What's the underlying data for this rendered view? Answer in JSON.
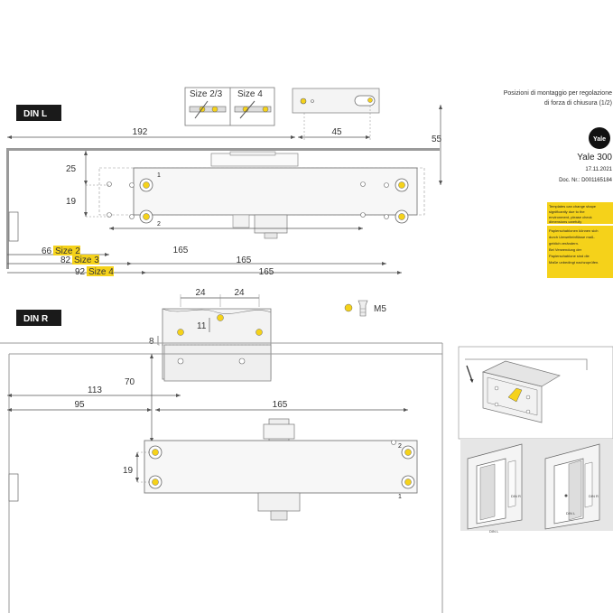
{
  "header": {
    "title_line1": "Posizioni di montaggio per regolazione",
    "title_line2": "di forza di chiusura (1/2)",
    "brand": "Yale",
    "product": "Yale 300",
    "date": "17.11.2021",
    "doc_no": "Doc. Nr.: D001165184"
  },
  "notice_box": {
    "en": "Templates can change shape significantly due to the environment, please check dimensions carefully",
    "de": "Papierschablonen können sich durch Umwelteinflüsse maßgeblich verändern. Bei Verwendung der Papierschablone sind die Maße unbedingt nachzuprüfen.",
    "accent_color": "#F5D21A"
  },
  "din_l": {
    "tag": "DIN L",
    "size_23_label": "Size 2/3",
    "size_4_label": "Size 4",
    "dim_192": "192",
    "dim_45": "45",
    "dim_55": "55",
    "dim_25": "25",
    "dim_19": "19",
    "dim_165_a": "165",
    "dim_165_b": "165",
    "dim_165_c": "165",
    "row_size2_num": "66",
    "row_size2_label": "Size 2",
    "row_size3_num": "82",
    "row_size3_label": "Size 3",
    "row_size4_num": "92",
    "row_size4_label": "Size 4",
    "hole_1": "1",
    "hole_2": "2"
  },
  "bracket": {
    "dim_24_a": "24",
    "dim_24_b": "24",
    "dim_11": "11",
    "dim_8": "8",
    "screw_label": "M5"
  },
  "din_r": {
    "tag": "DIN R",
    "dim_70": "70",
    "dim_113": "113",
    "dim_95": "95",
    "dim_165": "165",
    "dim_19": "19",
    "hole_1": "1",
    "hole_2": "2"
  },
  "door_illustration": {
    "left_din_l": "DIN L",
    "left_din_r": "DIN R",
    "right_din_l": "DIN L",
    "right_din_r": "DIN R"
  },
  "colors": {
    "accent_yellow": "#F5D21A",
    "tag_bg": "#1a1a1a",
    "line": "#555555",
    "body_fill": "#f7f7f7",
    "frame_gray": "#9a9a9a"
  }
}
